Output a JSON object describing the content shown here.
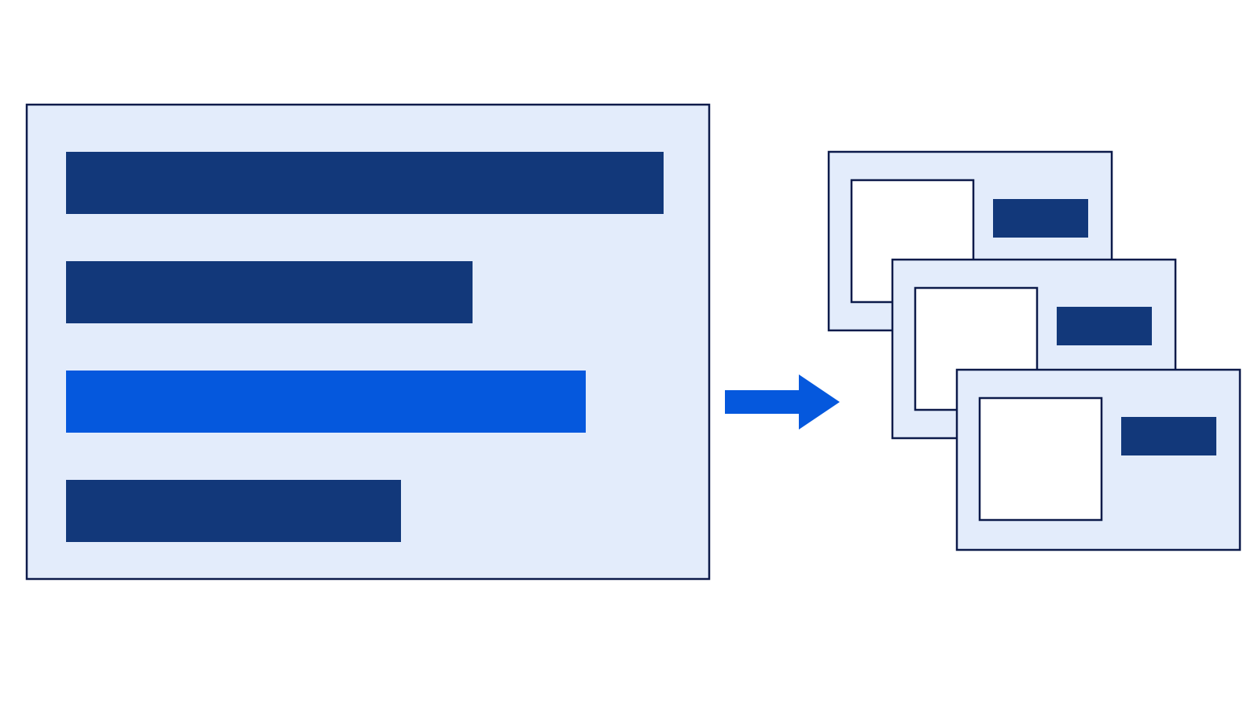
{
  "colors": {
    "background": "#ffffff",
    "panel_fill": "#e3ecfb",
    "outline": "#0c1a4a",
    "bar_dark": "#12387a",
    "bar_accent": "#0558dd",
    "card_image_fill": "#ffffff"
  },
  "source_panel": {
    "bars": [
      {
        "tone": "dark",
        "relative_length": 1.0
      },
      {
        "tone": "dark",
        "relative_length": 0.68
      },
      {
        "tone": "accent",
        "relative_length": 0.87
      },
      {
        "tone": "dark",
        "relative_length": 0.56
      }
    ]
  },
  "arrow": {
    "icon": "arrow-right-icon"
  },
  "cards": {
    "count": 3,
    "items": [
      {
        "icon": "image-placeholder-icon"
      },
      {
        "icon": "image-placeholder-icon"
      },
      {
        "icon": "image-placeholder-icon"
      }
    ]
  }
}
